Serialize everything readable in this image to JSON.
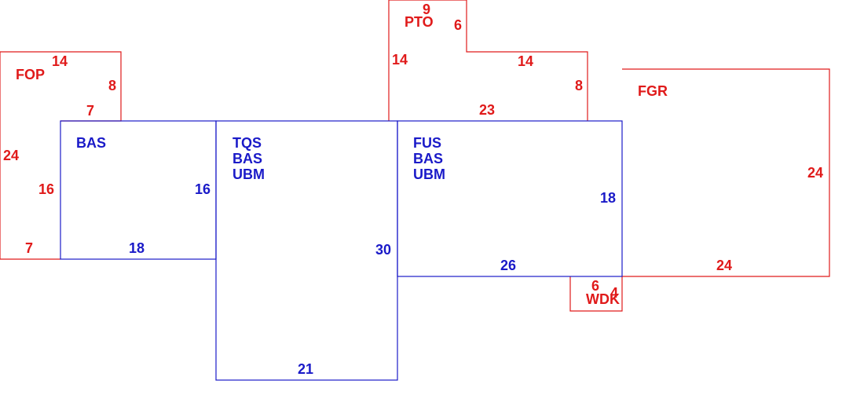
{
  "colors": {
    "primary_area": "#1a1ac8",
    "secondary_area": "#e01a1a",
    "background": "#ffffff"
  },
  "areas": {
    "fop": {
      "label": "FOP",
      "dims": [
        "14",
        "8",
        "7",
        "24",
        "16",
        "7"
      ]
    },
    "bas": {
      "label": "BAS",
      "dims": [
        "16",
        "18"
      ]
    },
    "tqs": {
      "labels": [
        "TQS",
        "BAS",
        "UBM"
      ],
      "dims": [
        "30",
        "21"
      ]
    },
    "pto": {
      "label": "PTO",
      "dims": [
        "9",
        "6",
        "14",
        "14",
        "8",
        "23"
      ]
    },
    "fus": {
      "labels": [
        "FUS",
        "BAS",
        "UBM"
      ],
      "dims": [
        "18",
        "26"
      ]
    },
    "fgr": {
      "label": "FGR",
      "dims": [
        "24",
        "24"
      ]
    },
    "wdk": {
      "label": "WDK",
      "dims": [
        "6",
        "4"
      ]
    }
  }
}
